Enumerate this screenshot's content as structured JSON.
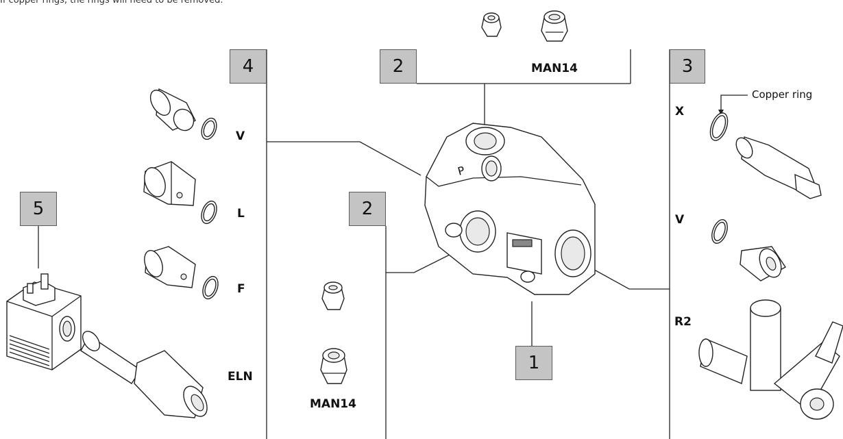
{
  "caption_cut": "If copper rings, the rings will need to be removed.",
  "badges": {
    "b1": "1",
    "b2_top": "2",
    "b2_mid": "2",
    "b3": "3",
    "b4": "4",
    "b5": "5"
  },
  "labels": {
    "man14_top": "MAN14",
    "man14_bottom": "MAN14",
    "v_left": "V",
    "l_left": "L",
    "f_left": "F",
    "eln": "ELN",
    "x_right": "X",
    "v_right": "V",
    "r2_right": "R2",
    "copper_ring": "Copper ring"
  },
  "body_marking": "P"
}
